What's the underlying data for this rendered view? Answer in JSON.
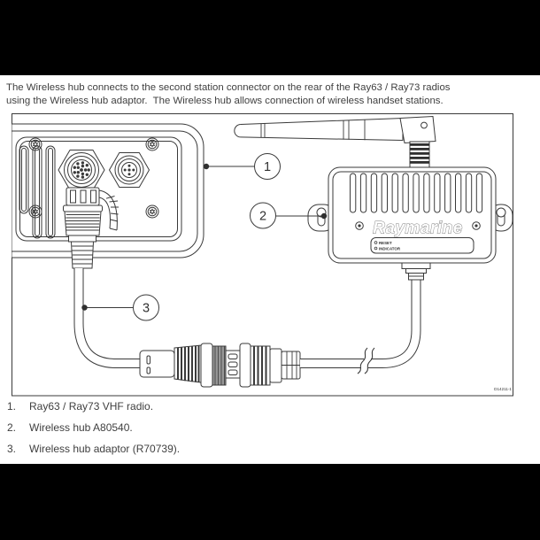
{
  "colors": {
    "letterbox": "#000000",
    "page_bg": "#ffffff",
    "line_art": "#3a3a3a",
    "text": "#3f3f3f"
  },
  "intro": {
    "line1": "The Wireless hub connects to the second station connector on the rear of the Ray63 / Ray73 radios",
    "line2": "using the Wireless hub adaptor.  The Wireless hub allows connection of wireless handset stations."
  },
  "figure": {
    "callouts": [
      {
        "label": "1"
      },
      {
        "label": "2"
      },
      {
        "label": "3"
      }
    ],
    "hub": {
      "brand": "Raymarine",
      "leds": [
        {
          "label": "RESET"
        },
        {
          "label": "INDICATOR"
        }
      ]
    },
    "drawing_number": "D14211-1"
  },
  "legend": {
    "items": [
      {
        "num": "1.",
        "text": "Ray63 / Ray73 VHF radio."
      },
      {
        "num": "2.",
        "text": "Wireless hub A80540."
      },
      {
        "num": "3.",
        "text": "Wireless hub adaptor (R70739)."
      }
    ]
  }
}
